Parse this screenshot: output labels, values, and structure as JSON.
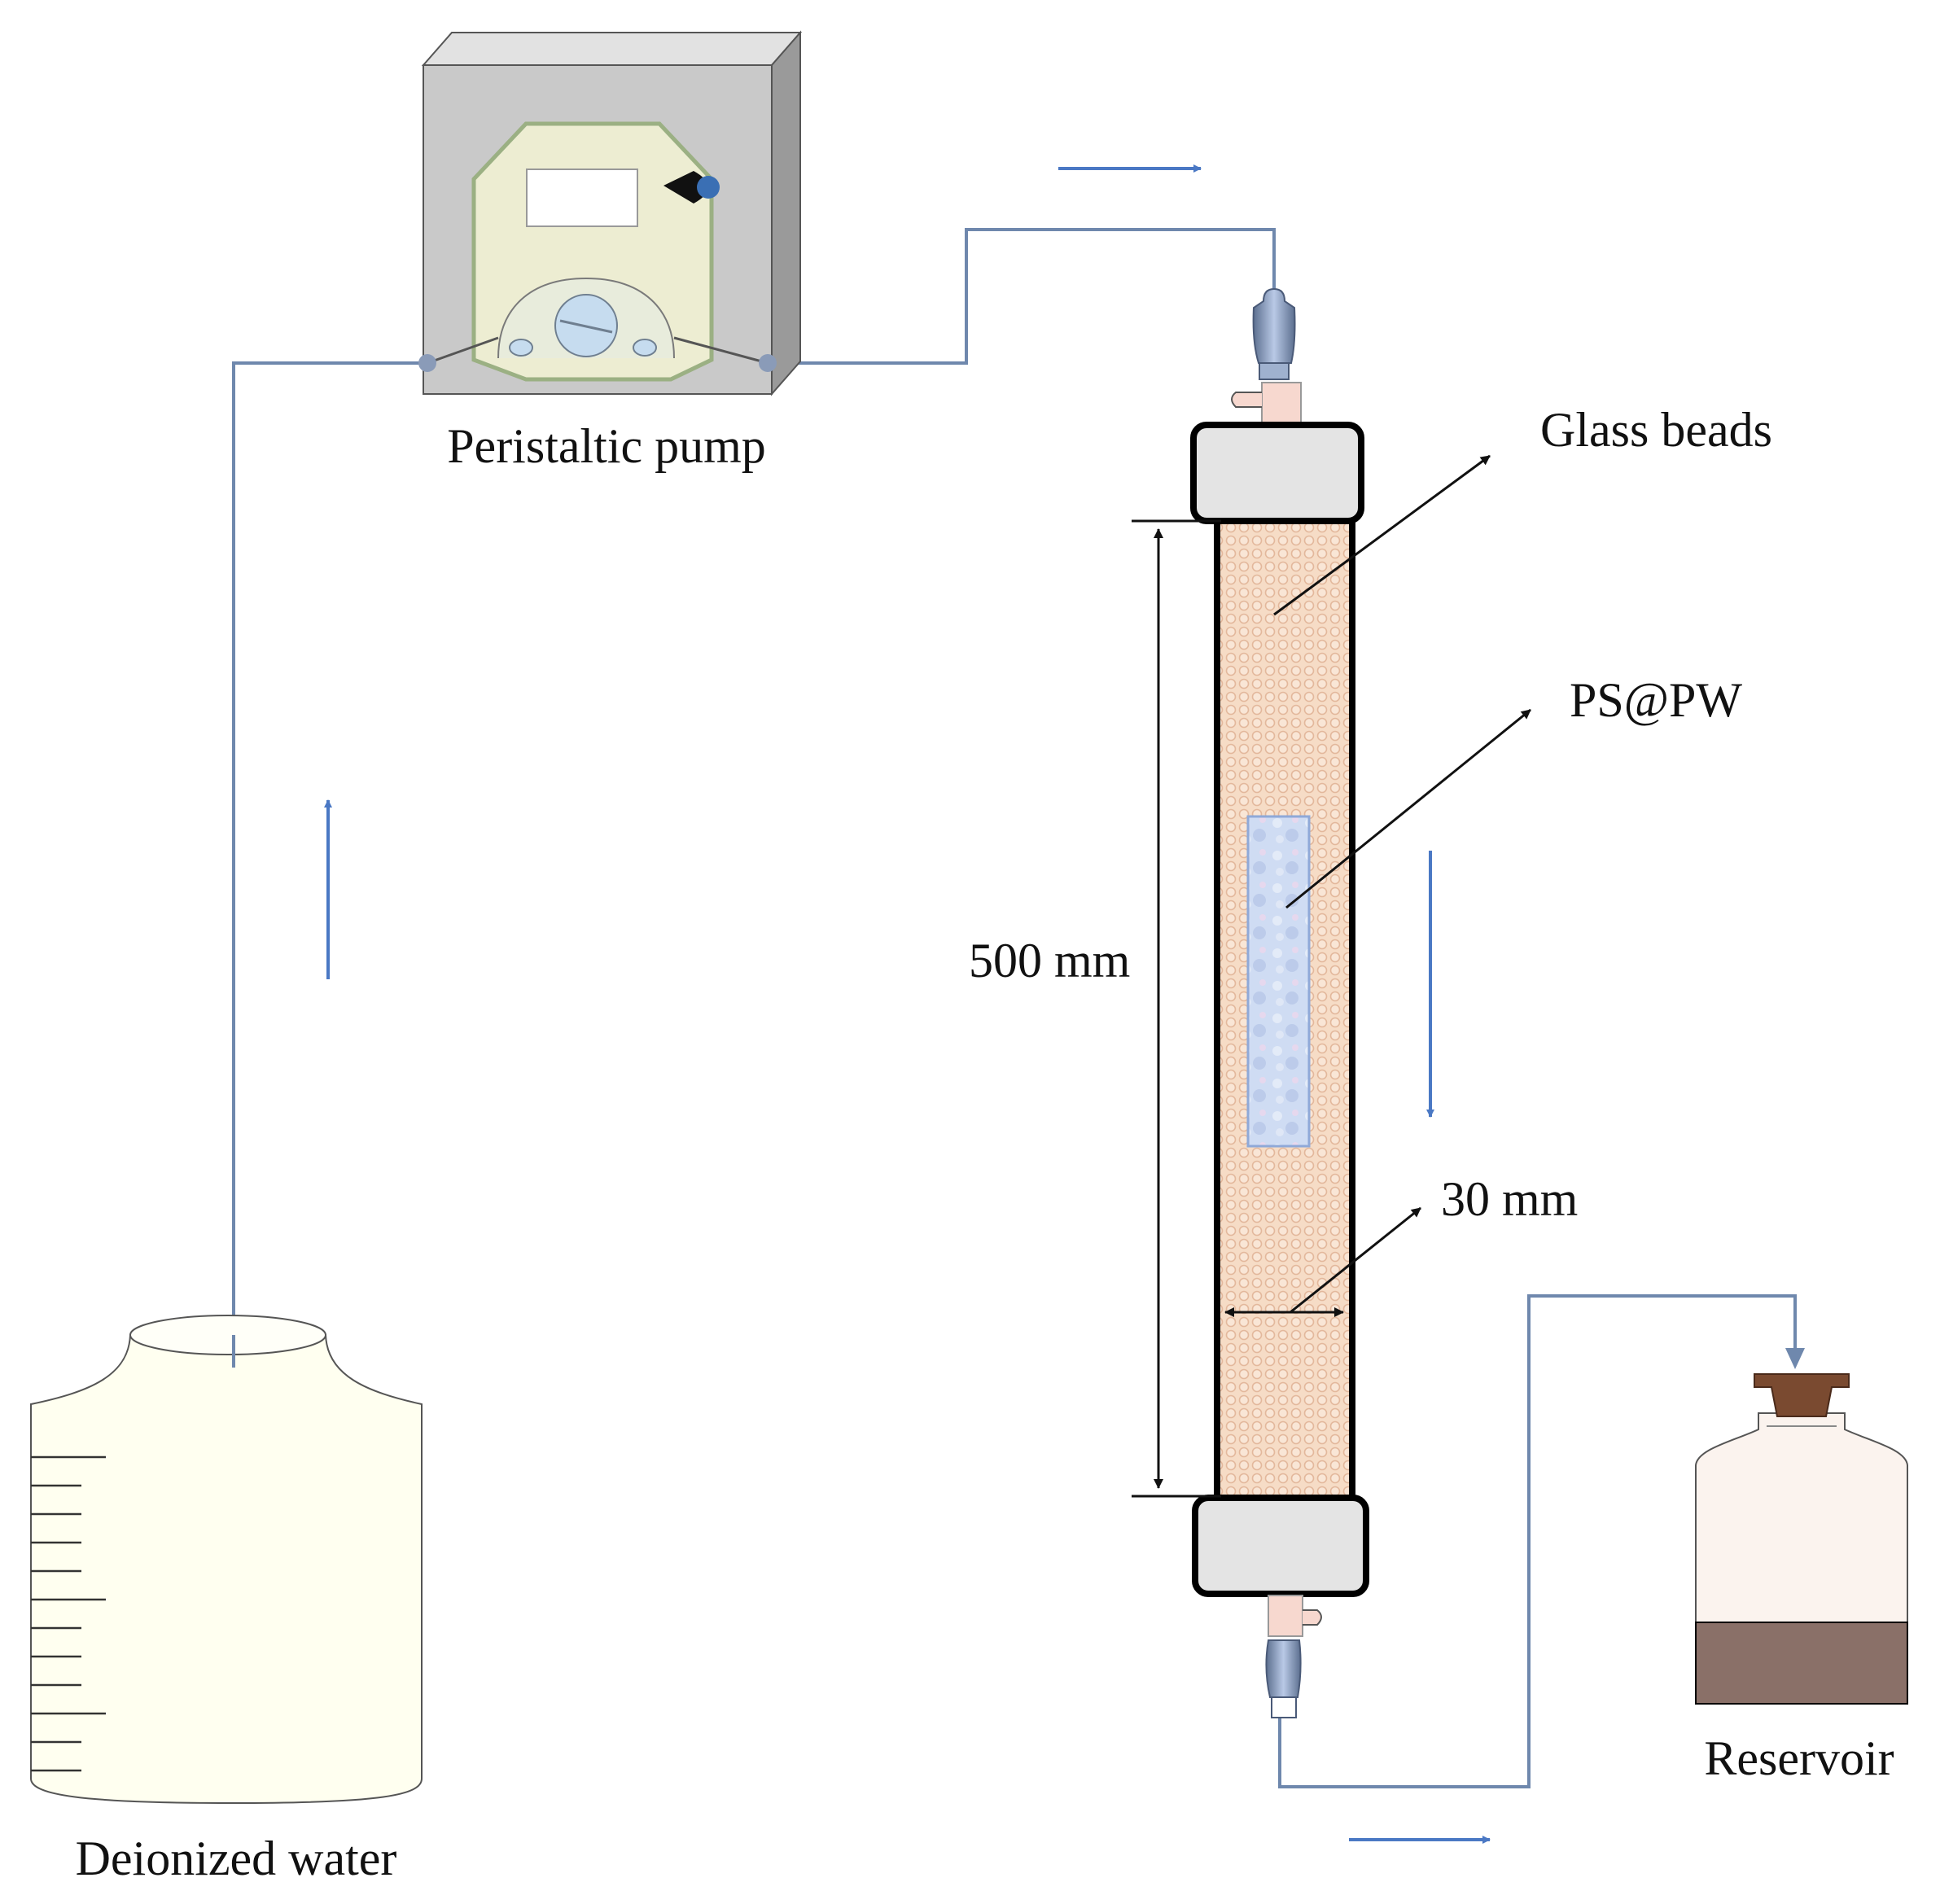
{
  "labels": {
    "pump": "Peristaltic pump",
    "source": "Deionized water",
    "glass_beads": "Glass beads",
    "sample": "PS@PW",
    "column_length": "500 mm",
    "column_diameter": "30 mm",
    "reservoir": "Reservoir"
  },
  "colors": {
    "tubing": "#6f88ad",
    "flow_arrow": "#4a78c4",
    "column_fill": "#f6dcc6",
    "sample_fill": "#cfdcf3",
    "pump_body": "#ededd2",
    "pump_housing": "#c9c9c9",
    "bottle_fill": "#fffff0",
    "reservoir_liquid": "#8a7068",
    "stopper": "#7a4a30"
  },
  "icons": {
    "pump": "peristaltic-pump-icon",
    "source": "graduated-bottle-icon",
    "reservoir": "reservoir-bottle-icon",
    "column": "packed-column-icon"
  }
}
